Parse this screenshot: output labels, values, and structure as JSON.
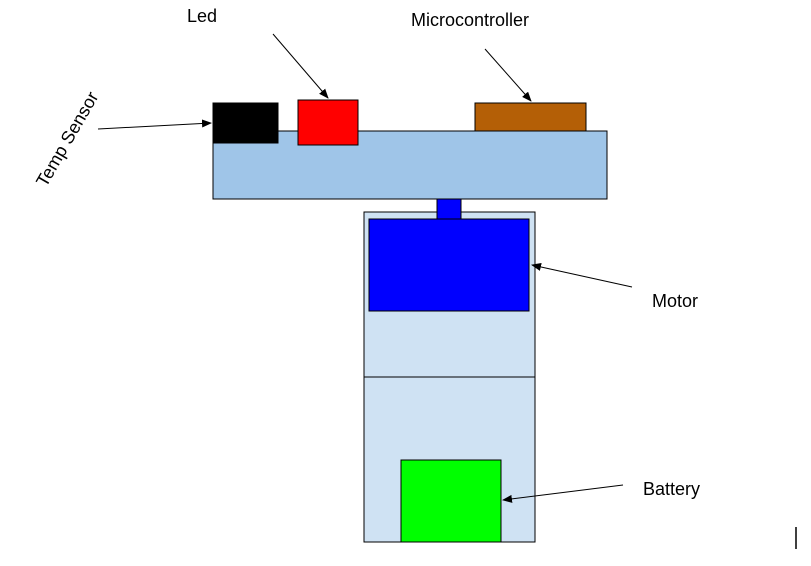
{
  "labels": {
    "led": "Led",
    "microcontroller": "Microcontroller",
    "temp_sensor": "Temp Sensor",
    "motor": "Motor",
    "battery": "Battery"
  },
  "colors": {
    "board": "#9fc5e8",
    "housing": "#cfe2f3",
    "temp_sensor": "#000000",
    "led": "#ff0000",
    "microcontroller": "#b45f06",
    "motor": "#0000ff",
    "battery": "#00ff00",
    "outline": "#000000"
  }
}
